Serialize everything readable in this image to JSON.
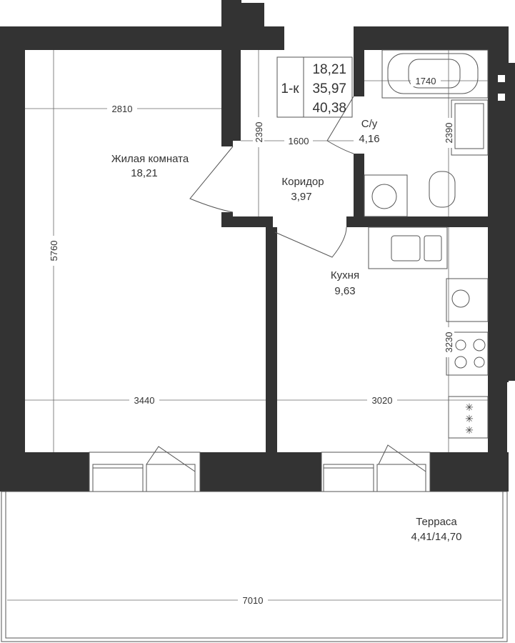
{
  "rooms": {
    "living": {
      "name": "Жилая комната",
      "area": "18,21"
    },
    "corridor": {
      "name": "Коридор",
      "area": "3,97"
    },
    "bathroom": {
      "name": "С/у",
      "area": "4,16"
    },
    "kitchen": {
      "name": "Кухня",
      "area": "9,63"
    },
    "terrace": {
      "name": "Терраса",
      "area": "4,41/14,70"
    }
  },
  "summary": {
    "type": "1-к",
    "living_area": "18,21",
    "total_area": "35,97",
    "total_with_terrace": "40,38"
  },
  "dimensions": {
    "living_width_top": "2810",
    "living_width_bottom": "3440",
    "living_height": "5760",
    "corridor_height": "2390",
    "corridor_width": "1600",
    "bath_width": "1740",
    "bath_height": "2390",
    "kitchen_width": "3020",
    "kitchen_height": "3230",
    "terrace_width": "7010"
  },
  "colors": {
    "wall": "#333333",
    "line": "#555555"
  }
}
